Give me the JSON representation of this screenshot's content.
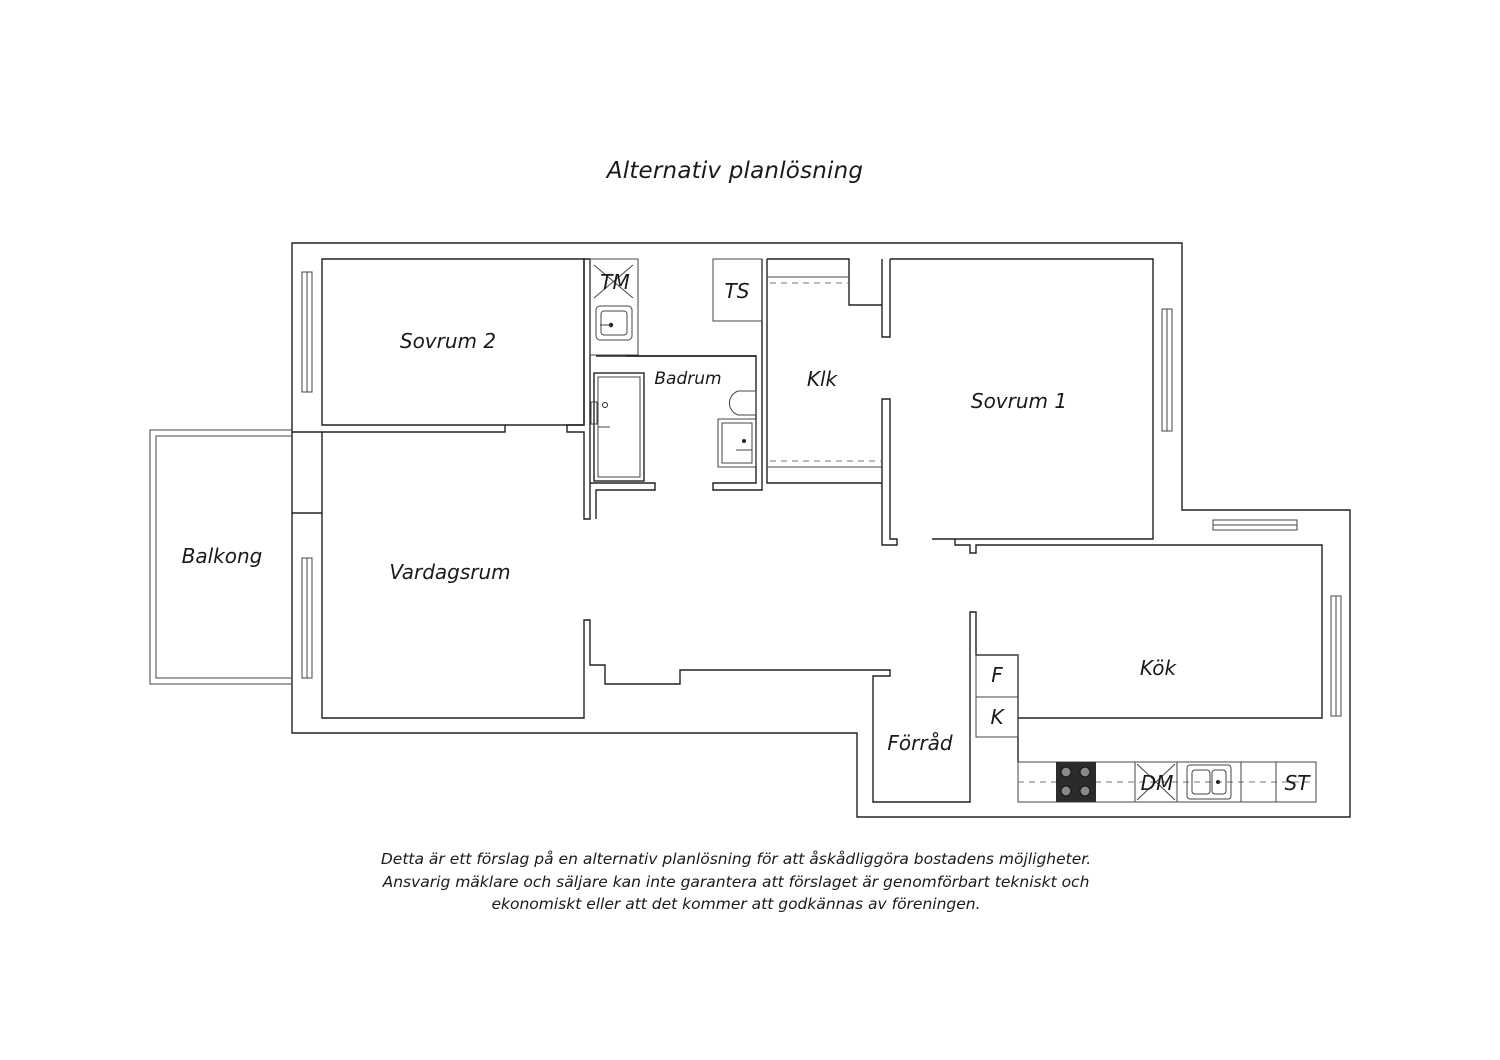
{
  "title": "Alternativ planlösning",
  "rooms": {
    "sovrum2": "Sovrum 2",
    "sovrum1": "Sovrum 1",
    "badrum": "Badrum",
    "klk": "Klk",
    "vardagsrum": "Vardagsrum",
    "balkong": "Balkong",
    "kok": "Kök",
    "forrad": "Förråd"
  },
  "fixtures": {
    "tm": "TM",
    "ts": "TS",
    "f": "F",
    "k": "K",
    "dm": "DM",
    "st": "ST"
  },
  "disclaimer": {
    "line1": "Detta är ett förslag på en alternativ planlösning för att åskådliggöra bostadens möjligheter.",
    "line2": "Ansvarig mäklare och säljare kan inte garantera att förslaget är genomförbart tekniskt och",
    "line3": "ekonomiskt eller att det kommer att godkännas av föreningen."
  },
  "colors": {
    "line": "#222222",
    "stove": "#2b2b2b",
    "background": "#ffffff"
  }
}
